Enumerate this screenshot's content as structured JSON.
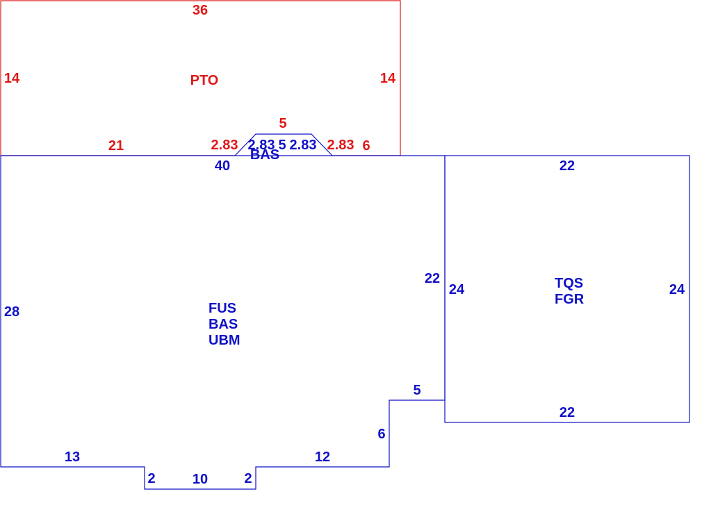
{
  "colors": {
    "patio": "#e01818",
    "building": "#1010c8"
  },
  "patio": {
    "code": "PTO",
    "dimensions": {
      "top": "36",
      "left": "14",
      "right": "14",
      "bottom_left": "21",
      "bay_left_slant": "2.83",
      "bay_top": "5",
      "bay_right_slant": "2.83",
      "bottom_right": "6"
    }
  },
  "bay": {
    "code": "BAS",
    "dimensions": {
      "left_slant": "2.83",
      "top": "5",
      "right_slant": "2.83"
    }
  },
  "main_building": {
    "codes": [
      "FUS",
      "BAS",
      "UBM"
    ],
    "dimensions": {
      "top": "40",
      "left": "28",
      "right": "22",
      "step_top": "5",
      "step_side": "6",
      "bottom_right": "12",
      "notch_right": "2",
      "notch_bottom": "10",
      "notch_left": "2",
      "bottom_left": "13"
    }
  },
  "garage": {
    "codes": [
      "TQS",
      "FGR"
    ],
    "dimensions": {
      "top": "22",
      "left": "24",
      "right": "24",
      "bottom": "22"
    }
  }
}
